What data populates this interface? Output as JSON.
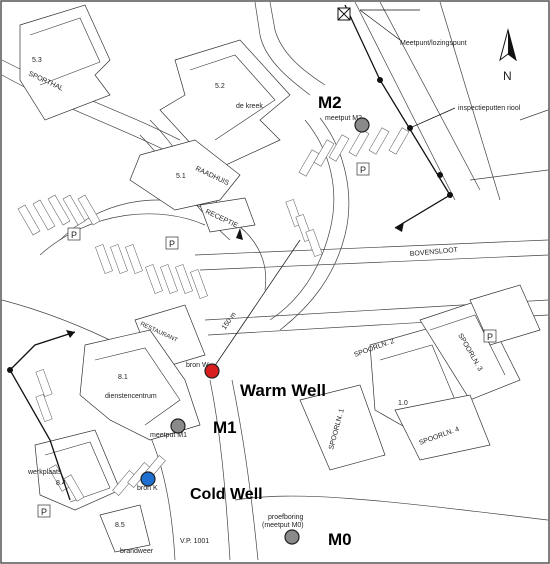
{
  "map": {
    "wells": {
      "warm": {
        "label": "Warm Well",
        "source": "bron W",
        "color": "#d91e1e"
      },
      "cold": {
        "label": "Cold Well",
        "source": "bron K",
        "color": "#1f6fd1"
      }
    },
    "monitors": [
      {
        "id": "M2",
        "sub": "meetput M2",
        "color": "#8a8a8a"
      },
      {
        "id": "M1",
        "sub": "meetput M1",
        "color": "#8a8a8a"
      },
      {
        "id": "M0",
        "sub": "proefboring",
        "sub2": "(meetput M0)",
        "color": "#8a8a8a"
      }
    ],
    "labels": {
      "meetpunt": "Meetpunt/lozingspunt",
      "inspectie": "inspectieputten riool",
      "sporthal": "SPORTHAL",
      "sporthal_no": "5.3",
      "kreek": "de kreek",
      "kreek_no": "5.2",
      "raadhuis": "RAADHUIS",
      "raadhuis_no": "5.1",
      "receptie": "RECEPTIE",
      "restaurant": "RESTAURANT",
      "dienstencentrum": "dienstencentrum",
      "dienst_no": "8.1",
      "werkplaats": "werkplaats",
      "werk_no": "8.4",
      "bovensloot": "BOVENSLOOT",
      "spoorln2": "SPOORLN. 2",
      "spoorln3": "SPOORLN. 3",
      "spoorln4": "SPOORLN. 4",
      "spoorln1": "SPOORLN. 1",
      "brandweer": "brandweer",
      "brand_no": "8.5",
      "vp": "V.P. 1001",
      "dist": "150 m",
      "p": "P",
      "north": "N",
      "lo": "1.0"
    }
  }
}
